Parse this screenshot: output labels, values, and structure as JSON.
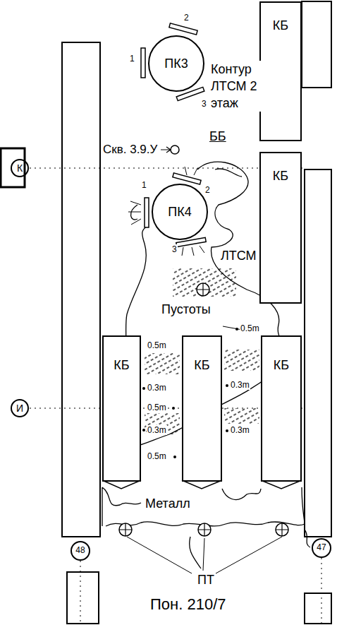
{
  "diagram": {
    "nodes": [
      {
        "text": [
          "КБ"
        ]
      },
      {
        "text": [
          "ПК3"
        ]
      },
      {
        "text": [
          "К"
        ]
      },
      {
        "text": [
          "КБ"
        ]
      },
      {
        "text": [
          "ПК4"
        ]
      },
      {
        "text": [
          "КБ"
        ]
      },
      {
        "text": [
          "КБ"
        ]
      },
      {
        "text": [
          "КБ"
        ]
      },
      {
        "text": [
          "И"
        ]
      },
      {
        "text": [
          "48"
        ]
      },
      {
        "text": [
          "47"
        ]
      }
    ],
    "labels": [
      "1",
      "2",
      "3",
      "Контур ЛТСМ 2 этаж",
      "ББ",
      "Скв. 3.9.У",
      "1",
      "2",
      "3",
      "ЛТСМ",
      "Пустоты",
      "0.5m",
      "0.5m",
      "0.3m",
      "0.3m",
      "0.5m",
      "0.3m",
      "0.3m",
      "0.5m",
      "Металл",
      "ПТ",
      "Пон. 210/7"
    ]
  }
}
